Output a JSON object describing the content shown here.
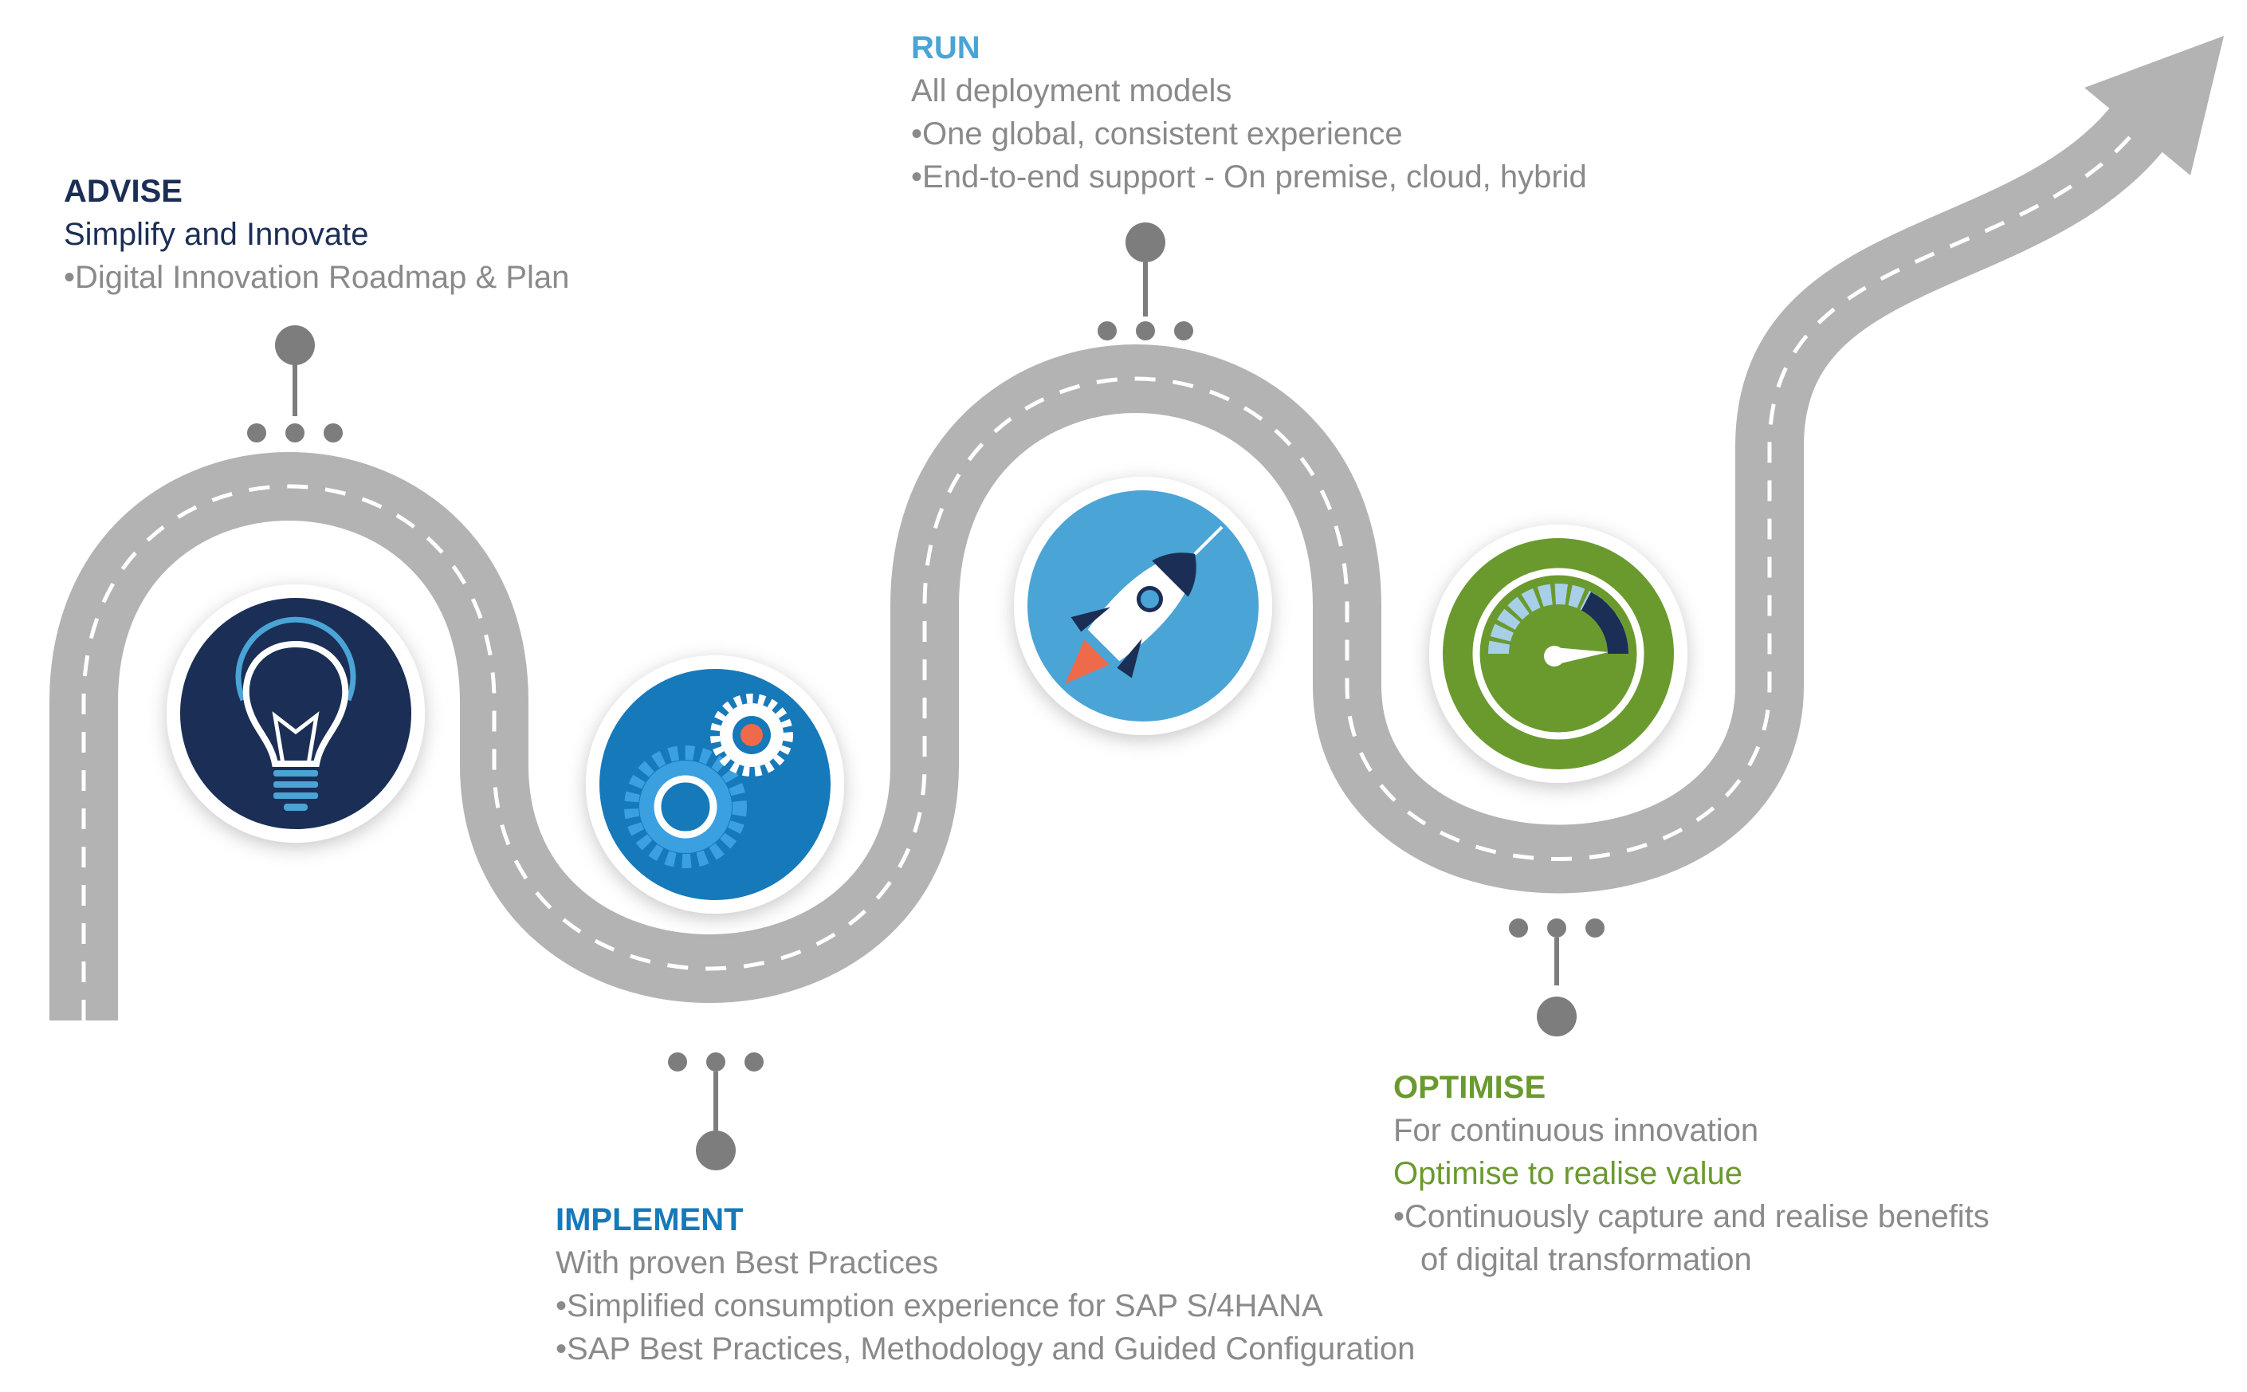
{
  "stages": {
    "advise": {
      "title": "ADVISE",
      "subtitle": "Simplify and Innovate",
      "bullets": [
        "Digital Innovation Roadmap & Plan"
      ]
    },
    "implement": {
      "title": "IMPLEMENT",
      "subtitle": "With proven Best Practices",
      "bullets": [
        "Simplified consumption experience for SAP S/4HANA",
        "SAP Best Practices, Methodology and Guided Configuration"
      ]
    },
    "run": {
      "title": "RUN",
      "subtitle": "All deployment models",
      "bullets": [
        "One global, consistent experience",
        "End-to-end support - On premise, cloud, hybrid"
      ]
    },
    "optimise": {
      "title": "OPTIMISE",
      "subtitle": "For continuous innovation",
      "accent_line": "Optimise to realise value",
      "bullet_line1": "Continuously capture and realise benefits",
      "bullet_line2": "of digital transformation"
    }
  },
  "icons": {
    "advise": "lightbulb-icon",
    "implement": "gears-icon",
    "run": "rocket-icon",
    "optimise": "speedometer-icon"
  },
  "colors": {
    "road": "#b3b3b3",
    "road_marking": "#ffffff",
    "advise": "#1b2e55",
    "implement": "#1679b9",
    "run": "#4aa4d6",
    "optimise": "#6a9a2e",
    "pin": "#7d7d7d",
    "text": "#8a8a8a"
  }
}
